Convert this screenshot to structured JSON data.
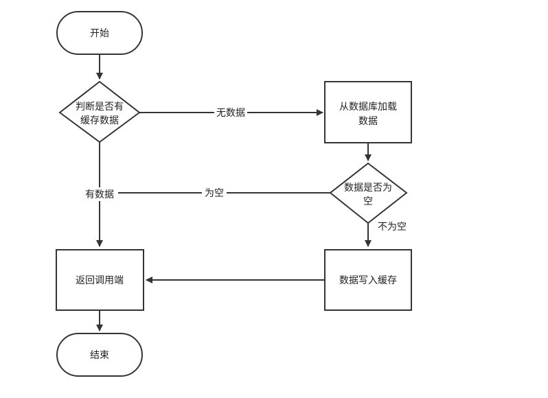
{
  "nodes": {
    "start": "开始",
    "check_cache": [
      "判断是否有",
      "缓存数据"
    ],
    "load_db": [
      "从数据库加载",
      "数据"
    ],
    "check_empty": [
      "数据是否为",
      "空"
    ],
    "write_cache": "数据写入缓存",
    "return": "返回调用端",
    "end": "结束"
  },
  "edges": {
    "no_data": "无数据",
    "has_data": "有数据",
    "is_empty": "为空",
    "not_empty": "不为空"
  },
  "colors": {
    "stroke": "#333333",
    "text": "#222222",
    "background": "#ffffff"
  }
}
